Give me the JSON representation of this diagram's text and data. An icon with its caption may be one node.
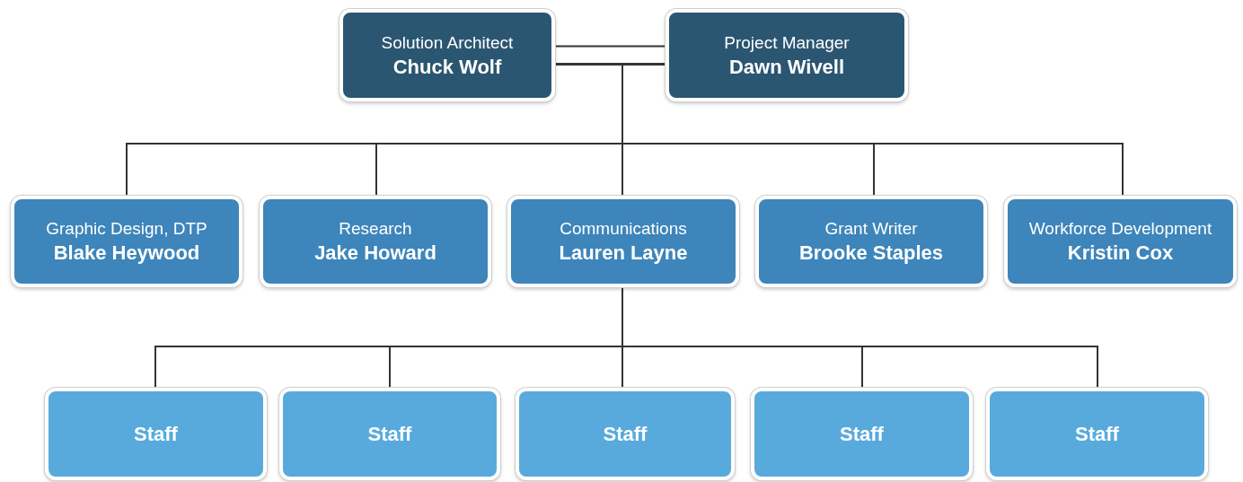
{
  "diagram": {
    "nodes": [
      {
        "text": [
          "Solution Architect",
          "Chuck Wolf"
        ]
      },
      {
        "text": [
          "Project Manager",
          "Dawn Wivell"
        ]
      },
      {
        "text": [
          "Graphic Design, DTP",
          "Blake Heywood"
        ]
      },
      {
        "text": [
          "Research",
          "Jake Howard"
        ]
      },
      {
        "text": [
          "Communications",
          "Lauren Layne"
        ]
      },
      {
        "text": [
          "Grant Writer",
          "Brooke Staples"
        ]
      },
      {
        "text": [
          "Workforce Development",
          "Kristin Cox"
        ]
      },
      {
        "text": [
          "Staff"
        ]
      },
      {
        "text": [
          "Staff"
        ]
      },
      {
        "text": [
          "Staff"
        ]
      },
      {
        "text": [
          "Staff"
        ]
      },
      {
        "text": [
          "Staff"
        ]
      }
    ],
    "edges": [
      {
        "from": 0,
        "to": 1,
        "arrow": "none"
      },
      {
        "from": 0,
        "to": 2,
        "arrow": "none"
      },
      {
        "from": 0,
        "to": 3,
        "arrow": "none"
      },
      {
        "from": 0,
        "to": 4,
        "arrow": "none"
      },
      {
        "from": 0,
        "to": 5,
        "arrow": "none"
      },
      {
        "from": 0,
        "to": 6,
        "arrow": "none"
      },
      {
        "from": 1,
        "to": 2,
        "arrow": "none"
      },
      {
        "from": 1,
        "to": 3,
        "arrow": "none"
      },
      {
        "from": 1,
        "to": 4,
        "arrow": "none"
      },
      {
        "from": 1,
        "to": 5,
        "arrow": "none"
      },
      {
        "from": 1,
        "to": 6,
        "arrow": "none"
      },
      {
        "from": 4,
        "to": 7,
        "arrow": "none"
      },
      {
        "from": 4,
        "to": 8,
        "arrow": "none"
      },
      {
        "from": 4,
        "to": 9,
        "arrow": "none"
      },
      {
        "from": 4,
        "to": 10,
        "arrow": "none"
      },
      {
        "from": 4,
        "to": 11,
        "arrow": "none"
      }
    ]
  }
}
